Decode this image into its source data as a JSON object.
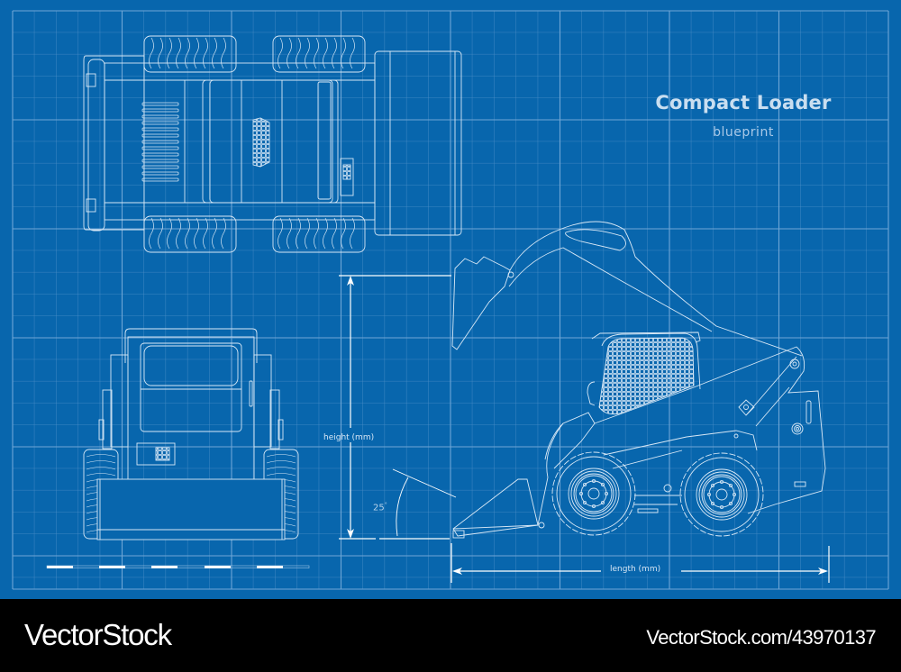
{
  "blueprint": {
    "title": "Compact Loader",
    "subtitle": "blueprint",
    "background_color": "#0866ad",
    "line_color": "#d8e8f6",
    "grid_color": "#5d9bcf",
    "views": [
      "top-view",
      "front-view",
      "side-view"
    ],
    "dimensions": {
      "height_label": "height (mm)",
      "length_label": "length (mm)",
      "angle_value": "25",
      "angle_unit": "°"
    },
    "scale_bar_segments": 10
  },
  "footer": {
    "brand": "VectorStock",
    "stock_id": "VectorStock.com/43970137",
    "background_color": "#000000"
  }
}
